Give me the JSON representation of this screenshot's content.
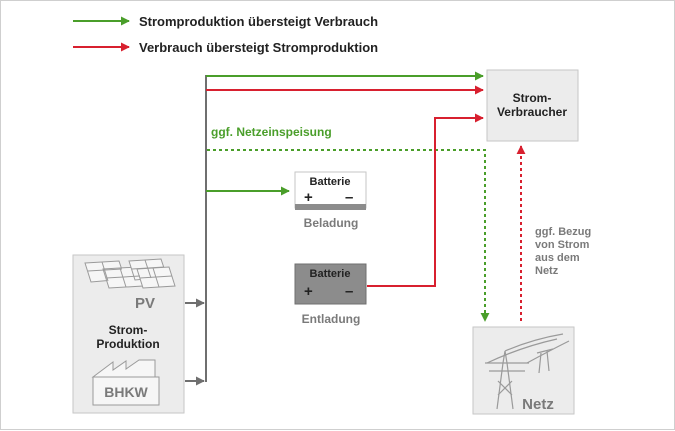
{
  "legend": {
    "green_label": "Stromproduktion übersteigt Verbrauch",
    "red_label": "Verbrauch übersteigt Stromproduktion"
  },
  "production": {
    "pv_label": "PV",
    "title_line1": "Strom-",
    "title_line2": "Produktion",
    "bhkw_label": "BHKW"
  },
  "consumer": {
    "line1": "Strom-",
    "line2": "Verbraucher"
  },
  "feed_in_label": "ggf. Netzeinspeisung",
  "battery_charge": {
    "title": "Batterie",
    "plus": "+",
    "minus": "–",
    "caption": "Beladung"
  },
  "battery_discharge": {
    "title": "Batterie",
    "plus": "+",
    "minus": "–",
    "caption": "Entladung"
  },
  "grid_draw": {
    "line1": "ggf. Bezug",
    "line2": "von Strom",
    "line3": "aus dem",
    "line4": "Netz"
  },
  "grid": {
    "label": "Netz"
  },
  "colors": {
    "green": "#4a9e2a",
    "red": "#d8202f",
    "gray": "#6f6f6f",
    "box_fill": "#ececec",
    "box_border": "#c6c6c6",
    "battery_dark": "#8c8c8c",
    "text_dark": "#222222",
    "text_gray": "#7a7a7a"
  }
}
